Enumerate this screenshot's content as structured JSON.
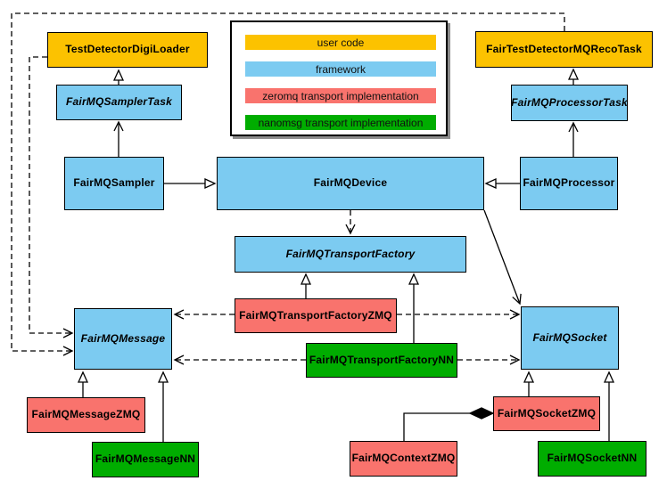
{
  "legend": {
    "items": [
      {
        "label": "user code",
        "category": "user",
        "color": "#FCC200"
      },
      {
        "label": "framework",
        "category": "framework",
        "color": "#7CCBF1"
      },
      {
        "label": "zeromq transport implementation",
        "category": "zeromq",
        "color": "#F9736D"
      },
      {
        "label": "nanomsg transport implementation",
        "category": "nanomsg",
        "color": "#00AD00"
      }
    ]
  },
  "nodes": {
    "digiLoader": {
      "label": "TestDetectorDigiLoader",
      "category": "user",
      "abstract": false
    },
    "recoTask": {
      "label": "FairTestDetectorMQRecoTask",
      "category": "user",
      "abstract": false
    },
    "samplerTask": {
      "label": "FairMQSamplerTask",
      "category": "framework",
      "abstract": true
    },
    "processorTask": {
      "label": "FairMQProcessorTask",
      "category": "framework",
      "abstract": true
    },
    "sampler": {
      "label": "FairMQSampler",
      "category": "framework",
      "abstract": false
    },
    "device": {
      "label": "FairMQDevice",
      "category": "framework",
      "abstract": false
    },
    "processor": {
      "label": "FairMQProcessor",
      "category": "framework",
      "abstract": false
    },
    "transportFactory": {
      "label": "FairMQTransportFactory",
      "category": "framework",
      "abstract": true
    },
    "transportFactoryZmq": {
      "label": "FairMQTransportFactoryZMQ",
      "category": "zeromq",
      "abstract": false
    },
    "transportFactoryNn": {
      "label": "FairMQTransportFactoryNN",
      "category": "nanomsg",
      "abstract": false
    },
    "message": {
      "label": "FairMQMessage",
      "category": "framework",
      "abstract": true
    },
    "socket": {
      "label": "FairMQSocket",
      "category": "framework",
      "abstract": true
    },
    "messageZmq": {
      "label": "FairMQMessageZMQ",
      "category": "zeromq",
      "abstract": false
    },
    "messageNn": {
      "label": "FairMQMessageNN",
      "category": "nanomsg",
      "abstract": false
    },
    "socketZmq": {
      "label": "FairMQSocketZMQ",
      "category": "zeromq",
      "abstract": false
    },
    "socketNn": {
      "label": "FairMQSocketNN",
      "category": "nanomsg",
      "abstract": false
    },
    "contextZmq": {
      "label": "FairMQContextZMQ",
      "category": "zeromq",
      "abstract": false
    }
  },
  "relations": [
    {
      "type": "generalization",
      "from": "FairMQSamplerTask",
      "to": "TestDetectorDigiLoader"
    },
    {
      "type": "generalization",
      "from": "FairMQProcessorTask",
      "to": "FairTestDetectorMQRecoTask"
    },
    {
      "type": "generalization",
      "from": "FairMQSampler",
      "to": "FairMQDevice"
    },
    {
      "type": "generalization",
      "from": "FairMQProcessor",
      "to": "FairMQDevice"
    },
    {
      "type": "generalization",
      "from": "FairMQTransportFactoryZMQ",
      "to": "FairMQTransportFactory"
    },
    {
      "type": "generalization",
      "from": "FairMQTransportFactoryNN",
      "to": "FairMQTransportFactory"
    },
    {
      "type": "generalization",
      "from": "FairMQMessageZMQ",
      "to": "FairMQMessage"
    },
    {
      "type": "generalization",
      "from": "FairMQMessageNN",
      "to": "FairMQMessage"
    },
    {
      "type": "generalization",
      "from": "FairMQSocketZMQ",
      "to": "FairMQSocket"
    },
    {
      "type": "generalization",
      "from": "FairMQSocketNN",
      "to": "FairMQSocket"
    },
    {
      "type": "association",
      "from": "FairMQSampler",
      "to": "FairMQSamplerTask"
    },
    {
      "type": "association",
      "from": "FairMQProcessor",
      "to": "FairMQProcessorTask"
    },
    {
      "type": "association",
      "from": "FairMQDevice",
      "to": "FairMQSocket"
    },
    {
      "type": "dependency",
      "from": "FairMQDevice",
      "to": "FairMQTransportFactory"
    },
    {
      "type": "dependency",
      "from": "TestDetectorDigiLoader",
      "to": "FairMQMessage"
    },
    {
      "type": "dependency",
      "from": "FairTestDetectorMQRecoTask",
      "to": "FairMQMessage"
    },
    {
      "type": "dependency",
      "from": "FairMQTransportFactoryZMQ",
      "to": "FairMQMessage"
    },
    {
      "type": "dependency",
      "from": "FairMQTransportFactoryNN",
      "to": "FairMQMessage"
    },
    {
      "type": "dependency",
      "from": "FairMQTransportFactoryZMQ",
      "to": "FairMQSocket"
    },
    {
      "type": "dependency",
      "from": "FairMQTransportFactoryNN",
      "to": "FairMQSocket"
    },
    {
      "type": "composition",
      "owner": "FairMQSocketZMQ",
      "part": "FairMQContextZMQ"
    }
  ]
}
